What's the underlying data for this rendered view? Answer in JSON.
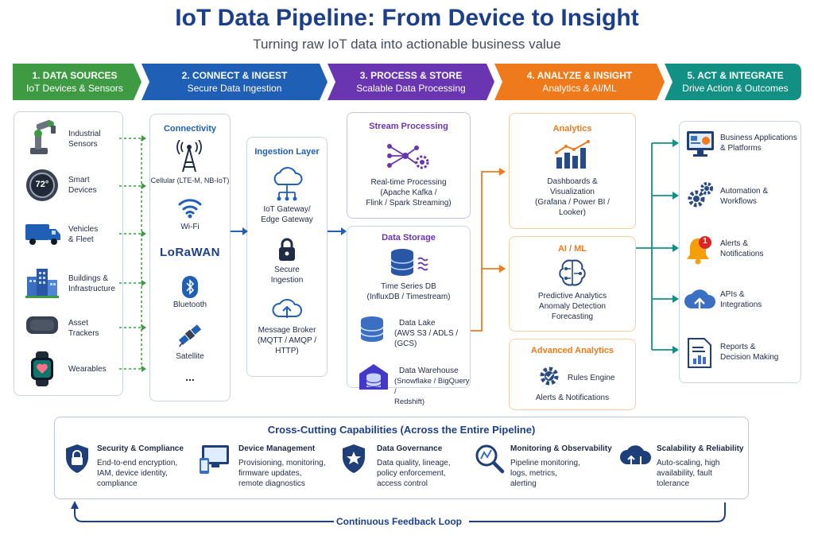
{
  "title": "IoT Data Pipeline: From Device to Insight",
  "subtitle": "Turning raw IoT data into actionable business value",
  "stages": [
    {
      "heading": "1. DATA SOURCES",
      "sub": "IoT Devices & Sensors",
      "color": "#3f9b43"
    },
    {
      "heading": "2. CONNECT & INGEST",
      "sub": "Secure Data Ingestion",
      "color": "#1f5fb5"
    },
    {
      "heading": "3. PROCESS & STORE",
      "sub": "Scalable Data Processing",
      "color": "#6a35b0"
    },
    {
      "heading": "4. ANALYZE & INSIGHT",
      "sub": "Analytics & AI/ML",
      "color": "#ee7a1c"
    },
    {
      "heading": "5. ACT & INTEGRATE",
      "sub": "Drive Action & Outcomes",
      "color": "#129084"
    }
  ],
  "sources": [
    {
      "label": "Industrial\nSensors",
      "icon": "robot-arm-icon"
    },
    {
      "label": "Smart\nDevices",
      "icon": "thermostat-icon",
      "reading": "72°"
    },
    {
      "label": "Vehicles\n& Fleet",
      "icon": "truck-icon"
    },
    {
      "label": "Buildings &\nInfrastructure",
      "icon": "buildings-icon"
    },
    {
      "label": "Asset\nTrackers",
      "icon": "tracker-icon"
    },
    {
      "label": "Wearables",
      "icon": "smartwatch-icon"
    }
  ],
  "connectivity": {
    "title": "Connectivity",
    "items": [
      {
        "label": "Cellular (LTE-M, NB-IoT)",
        "icon": "cell-tower-icon"
      },
      {
        "label": "Wi-Fi",
        "icon": "wifi-icon"
      },
      {
        "label": "LoRaWAN",
        "icon": "lorawan-logo"
      },
      {
        "label": "Bluetooth",
        "icon": "bluetooth-icon"
      },
      {
        "label": "Satellite",
        "icon": "satellite-icon"
      }
    ],
    "more": "..."
  },
  "ingestion": {
    "title": "Ingestion Layer",
    "items": [
      {
        "label": "IoT Gateway/\nEdge Gateway",
        "icon": "cloud-network-icon"
      },
      {
        "label": "Secure\nIngestion",
        "icon": "lock-icon"
      },
      {
        "label": "Message Broker\n(MQTT / AMQP /\nHTTP)",
        "icon": "cloud-upload-icon"
      }
    ]
  },
  "stream": {
    "title": "Stream Processing",
    "label": "Real-time Processing\n(Apache Kafka /\nFlink / Spark Streaming)",
    "icon": "stream-flow-icon"
  },
  "storage": {
    "title": "Data Storage",
    "tsdb": "Time Series DB\n(InfluxDB / Timestream)",
    "lake_title": "Data Lake",
    "lake": "(AWS S3 / ADLS /\n(GCS)",
    "wh_title": "Data Warehouse",
    "wh": "(Snowflake / BigQuery /\nRedshift)"
  },
  "analytics": {
    "title": "Analytics",
    "label": "Dashboards &\nVisualization\n(Grafana / Power BI /\nLooker)"
  },
  "aiml": {
    "title": "AI / ML",
    "label": "Predictive Analytics\nAnomaly Detection\nForecasting"
  },
  "advanced": {
    "title": "Advanced Analytics",
    "rules": "Rules Engine",
    "alerts": "Alerts & Notifications"
  },
  "outcomes": [
    {
      "label": "Business Applications\n& Platforms",
      "icon": "dashboard-monitor-icon"
    },
    {
      "label": "Automation &\nWorkflows",
      "icon": "gears-icon"
    },
    {
      "label": "Alerts &\nNotifications",
      "icon": "bell-icon",
      "badge": "1"
    },
    {
      "label": "APIs &\nIntegrations",
      "icon": "cloud-api-icon"
    },
    {
      "label": "Reports &\nDecision Making",
      "icon": "report-icon"
    }
  ],
  "cross": {
    "title": "Cross-Cutting Capabilities (Across the Entire Pipeline)",
    "items": [
      {
        "title": "Security & Compliance",
        "desc": "End-to-end encryption,\nIAM, device identity,\ncompliance",
        "icon": "shield-lock-icon"
      },
      {
        "title": "Device Management",
        "desc": "Provisioning, monitoring,\nfirmware updates,\nremote diagnostics",
        "icon": "devices-icon"
      },
      {
        "title": "Data Governance",
        "desc": "Data quality, lineage,\npolicy enforcement,\naccess control",
        "icon": "shield-star-icon"
      },
      {
        "title": "Monitoring & Observability",
        "desc": "Pipeline monitoring,\nlogs, metrics,\nalerting",
        "icon": "magnifier-chart-icon"
      },
      {
        "title": "Scalability & Reliability",
        "desc": "Auto-scaling, high\navailability, fault\ntolerance",
        "icon": "cloud-scale-icon"
      }
    ]
  },
  "feedback": "Continuous Feedback Loop"
}
